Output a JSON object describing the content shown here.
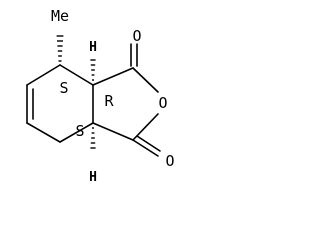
{
  "molecule": {
    "substituent_label": "Me",
    "oxygen_labels": {
      "carbonyl_top": "O",
      "ring_oxygen": "O",
      "carbonyl_bottom": "O"
    },
    "hydrogen_labels": {
      "top": "H",
      "bottom": "H"
    },
    "stereo_descriptors": {
      "methyl_carbon": "S",
      "upper_junction": "R",
      "lower_junction": "S"
    }
  }
}
